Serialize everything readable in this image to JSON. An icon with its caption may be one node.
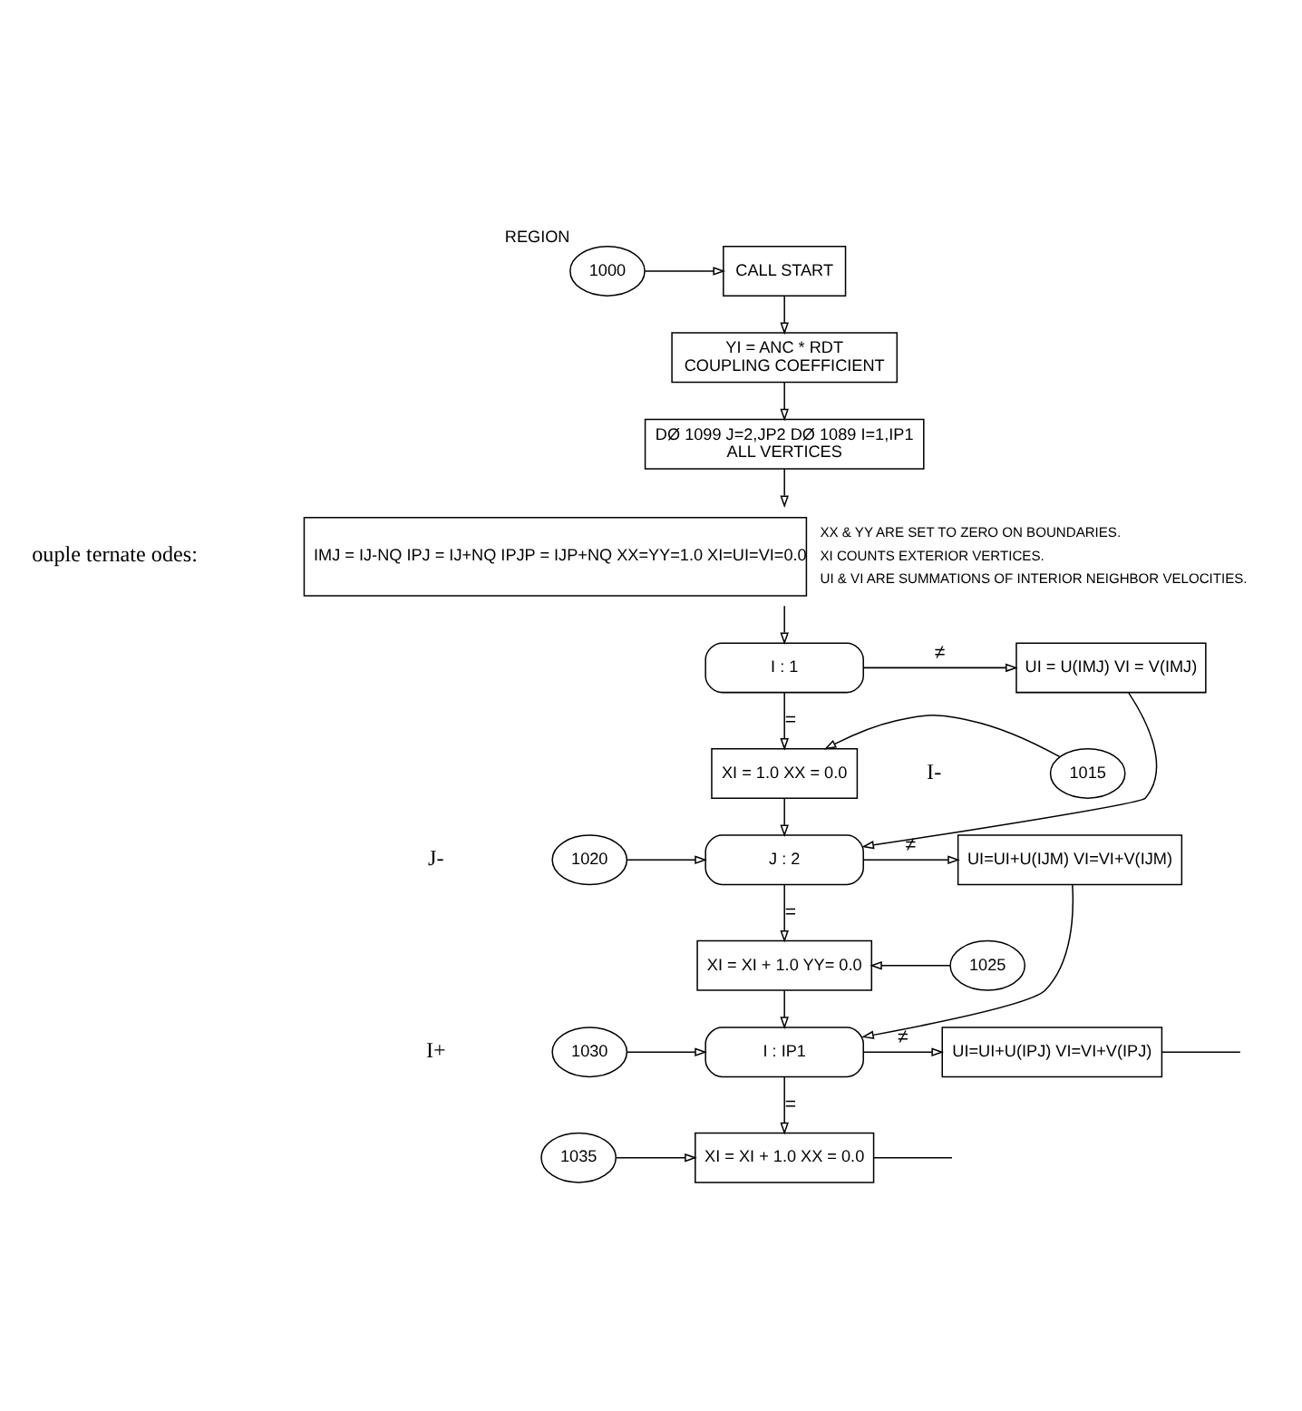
{
  "diagram": {
    "nodes": [
      {
        "text": [
          "1000"
        ],
        "beside": [
          "REGION"
        ]
      },
      {
        "text": [
          "CALL START"
        ]
      },
      {
        "text": [
          "YI = ANC * RDT",
          "COUPLING COEFFICIENT"
        ]
      },
      {
        "text": [
          "DØ 1099 J=2,JP2 DØ 1089 I=1,IP1",
          "ALL VERTICES"
        ]
      },
      {
        "text": [
          "IMJ = IJ-NQ IPJ = IJ+NQ IPJP = IJP+NQ XX=YY=1.0 XI=UI=VI=0.0"
        ],
        "beside": [
          "XX & YY ARE SET TO ZERO ON BOUNDARIES.",
          "XI COUNTS EXTERIOR VERTICES.",
          "UI & VI ARE SUMMATIONS OF INTERIOR NEIGHBOR VELOCITIES."
        ]
      },
      {
        "text": [
          "I : 1"
        ]
      },
      {
        "text": [
          "UI = U(IMJ) VI = V(IMJ)"
        ]
      },
      {
        "text": [
          "1015"
        ]
      },
      {
        "text": [
          "XI = 1.0 XX = 0.0"
        ]
      },
      {
        "text": [
          "1020"
        ]
      },
      {
        "text": [
          "J : 2"
        ]
      },
      {
        "text": [
          "UI=UI+U(IJM) VI=VI+V(IJM)"
        ]
      },
      {
        "text": [
          "1025"
        ]
      },
      {
        "text": [
          "XI = XI + 1.0 YY= 0.0"
        ]
      },
      {
        "text": [
          "1030"
        ]
      },
      {
        "text": [
          "I : IP1"
        ]
      },
      {
        "text": [
          "UI=UI+U(IPJ) VI=VI+V(IPJ)"
        ]
      },
      {
        "text": [
          "1035"
        ]
      },
      {
        "text": [
          "XI = XI + 1.0 XX = 0.0"
        ]
      }
    ],
    "edges": [
      {
        "from": 0,
        "to": 1,
        "arrow": "to"
      },
      {
        "from": 1,
        "to": 2,
        "arrow": "to"
      },
      {
        "from": 2,
        "to": 3,
        "arrow": "to"
      },
      {
        "from": 3,
        "to": 4,
        "arrow": "to"
      },
      {
        "from": 4,
        "to": 5,
        "arrow": "to"
      },
      {
        "from": 5,
        "to": 6,
        "arrow": "to",
        "label": "≠"
      },
      {
        "from": 5,
        "to": 8,
        "arrow": "to",
        "label": "="
      },
      {
        "from": 7,
        "to": 8,
        "arrow": "to"
      },
      {
        "from": 6,
        "to": 10,
        "arrow": "to"
      },
      {
        "from": 8,
        "to": 10,
        "arrow": "to"
      },
      {
        "from": 9,
        "to": 10,
        "arrow": "to"
      },
      {
        "from": 10,
        "to": 11,
        "arrow": "to",
        "label": "≠"
      },
      {
        "from": 10,
        "to": 13,
        "arrow": "to",
        "label": "="
      },
      {
        "from": 12,
        "to": 13,
        "arrow": "to"
      },
      {
        "from": 11,
        "to": 15,
        "arrow": "to"
      },
      {
        "from": 13,
        "to": 15,
        "arrow": "to"
      },
      {
        "from": 14,
        "to": 15,
        "arrow": "to"
      },
      {
        "from": 15,
        "to": 16,
        "arrow": "to",
        "label": "≠"
      },
      {
        "from": 15,
        "to": 18,
        "arrow": "to",
        "label": "="
      },
      {
        "from": 17,
        "to": 18,
        "arrow": "to"
      },
      {
        "from": 16,
        "to": null,
        "arrow": "none"
      },
      {
        "from": 18,
        "to": null,
        "arrow": "none"
      }
    ],
    "labels": [
      "ouple ternate odes:",
      "I-",
      "J-",
      "I+"
    ]
  }
}
